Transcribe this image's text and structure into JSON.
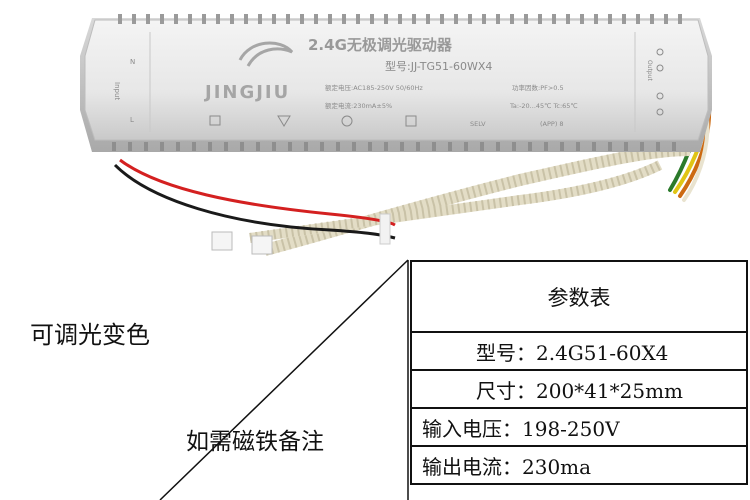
{
  "label_left": "可调光变色",
  "label_bottom": "如需磁铁备注",
  "spec_table": {
    "title": "参数表",
    "rows": [
      "型号：2.4G51-60X4",
      "尺寸：200*41*25mm",
      "输入电压：198-250V",
      "输出电流：230ma"
    ]
  },
  "device": {
    "title": "2.4G无极调光驱动器",
    "brand": "JINGJIU",
    "model": "型号:JJ-TG51-60WX4",
    "voltage": "额定电压:AC185-250V 50/60Hz",
    "current": "额定电流:230mA±5%",
    "power_factor": "功率因数:PF>0.5",
    "temps": "Ta:-20...45℃  Tc:65℃",
    "selv": "SELV",
    "app": "(APP) 8",
    "input": "Input",
    "output": "Output",
    "n_mark": "N",
    "l_mark": "L"
  }
}
